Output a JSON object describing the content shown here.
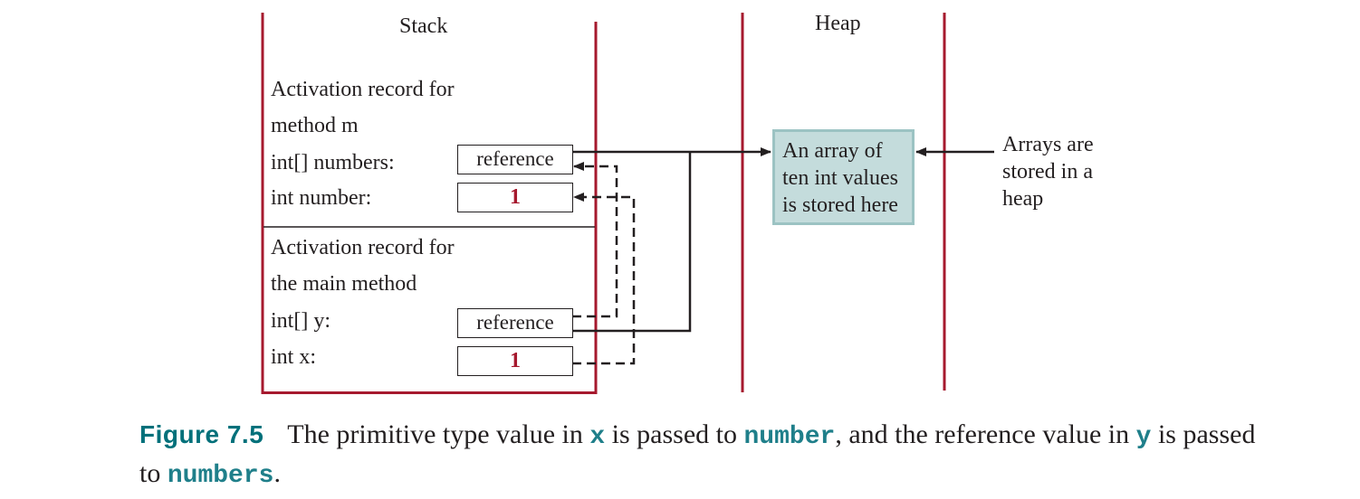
{
  "stack": {
    "title": "Stack",
    "record_m": {
      "line1": "Activation record for",
      "line2": "method m",
      "field_numbers_label": "int[] numbers:",
      "field_numbers_value": "reference",
      "field_number_label": "int number:",
      "field_number_value": "1"
    },
    "record_main": {
      "line1": "Activation record for",
      "line2": "the main method",
      "field_y_label": "int[] y:",
      "field_y_value": "reference",
      "field_x_label": "int x:",
      "field_x_value": "1"
    }
  },
  "heap": {
    "title": "Heap",
    "box_line1": "An array of",
    "box_line2": "ten int values",
    "box_line3": "is stored here"
  },
  "note": {
    "line1": "Arrays are",
    "line2": "stored in a",
    "line3": "heap"
  },
  "caption": {
    "figure_label": "Figure 7.5",
    "text1": "The primitive type value in ",
    "code_x": "x",
    "text2": " is passed to ",
    "code_number": "number",
    "text3": ", and the reference value in ",
    "code_y": "y",
    "text4": " is passed to ",
    "code_numbers": "numbers",
    "text5": "."
  },
  "colors": {
    "frame_red": "#a6192e",
    "value_red": "#a6192e",
    "heap_fill": "#c4dcdc",
    "heap_border": "#9cc3c3",
    "caption_teal": "#00707a"
  }
}
